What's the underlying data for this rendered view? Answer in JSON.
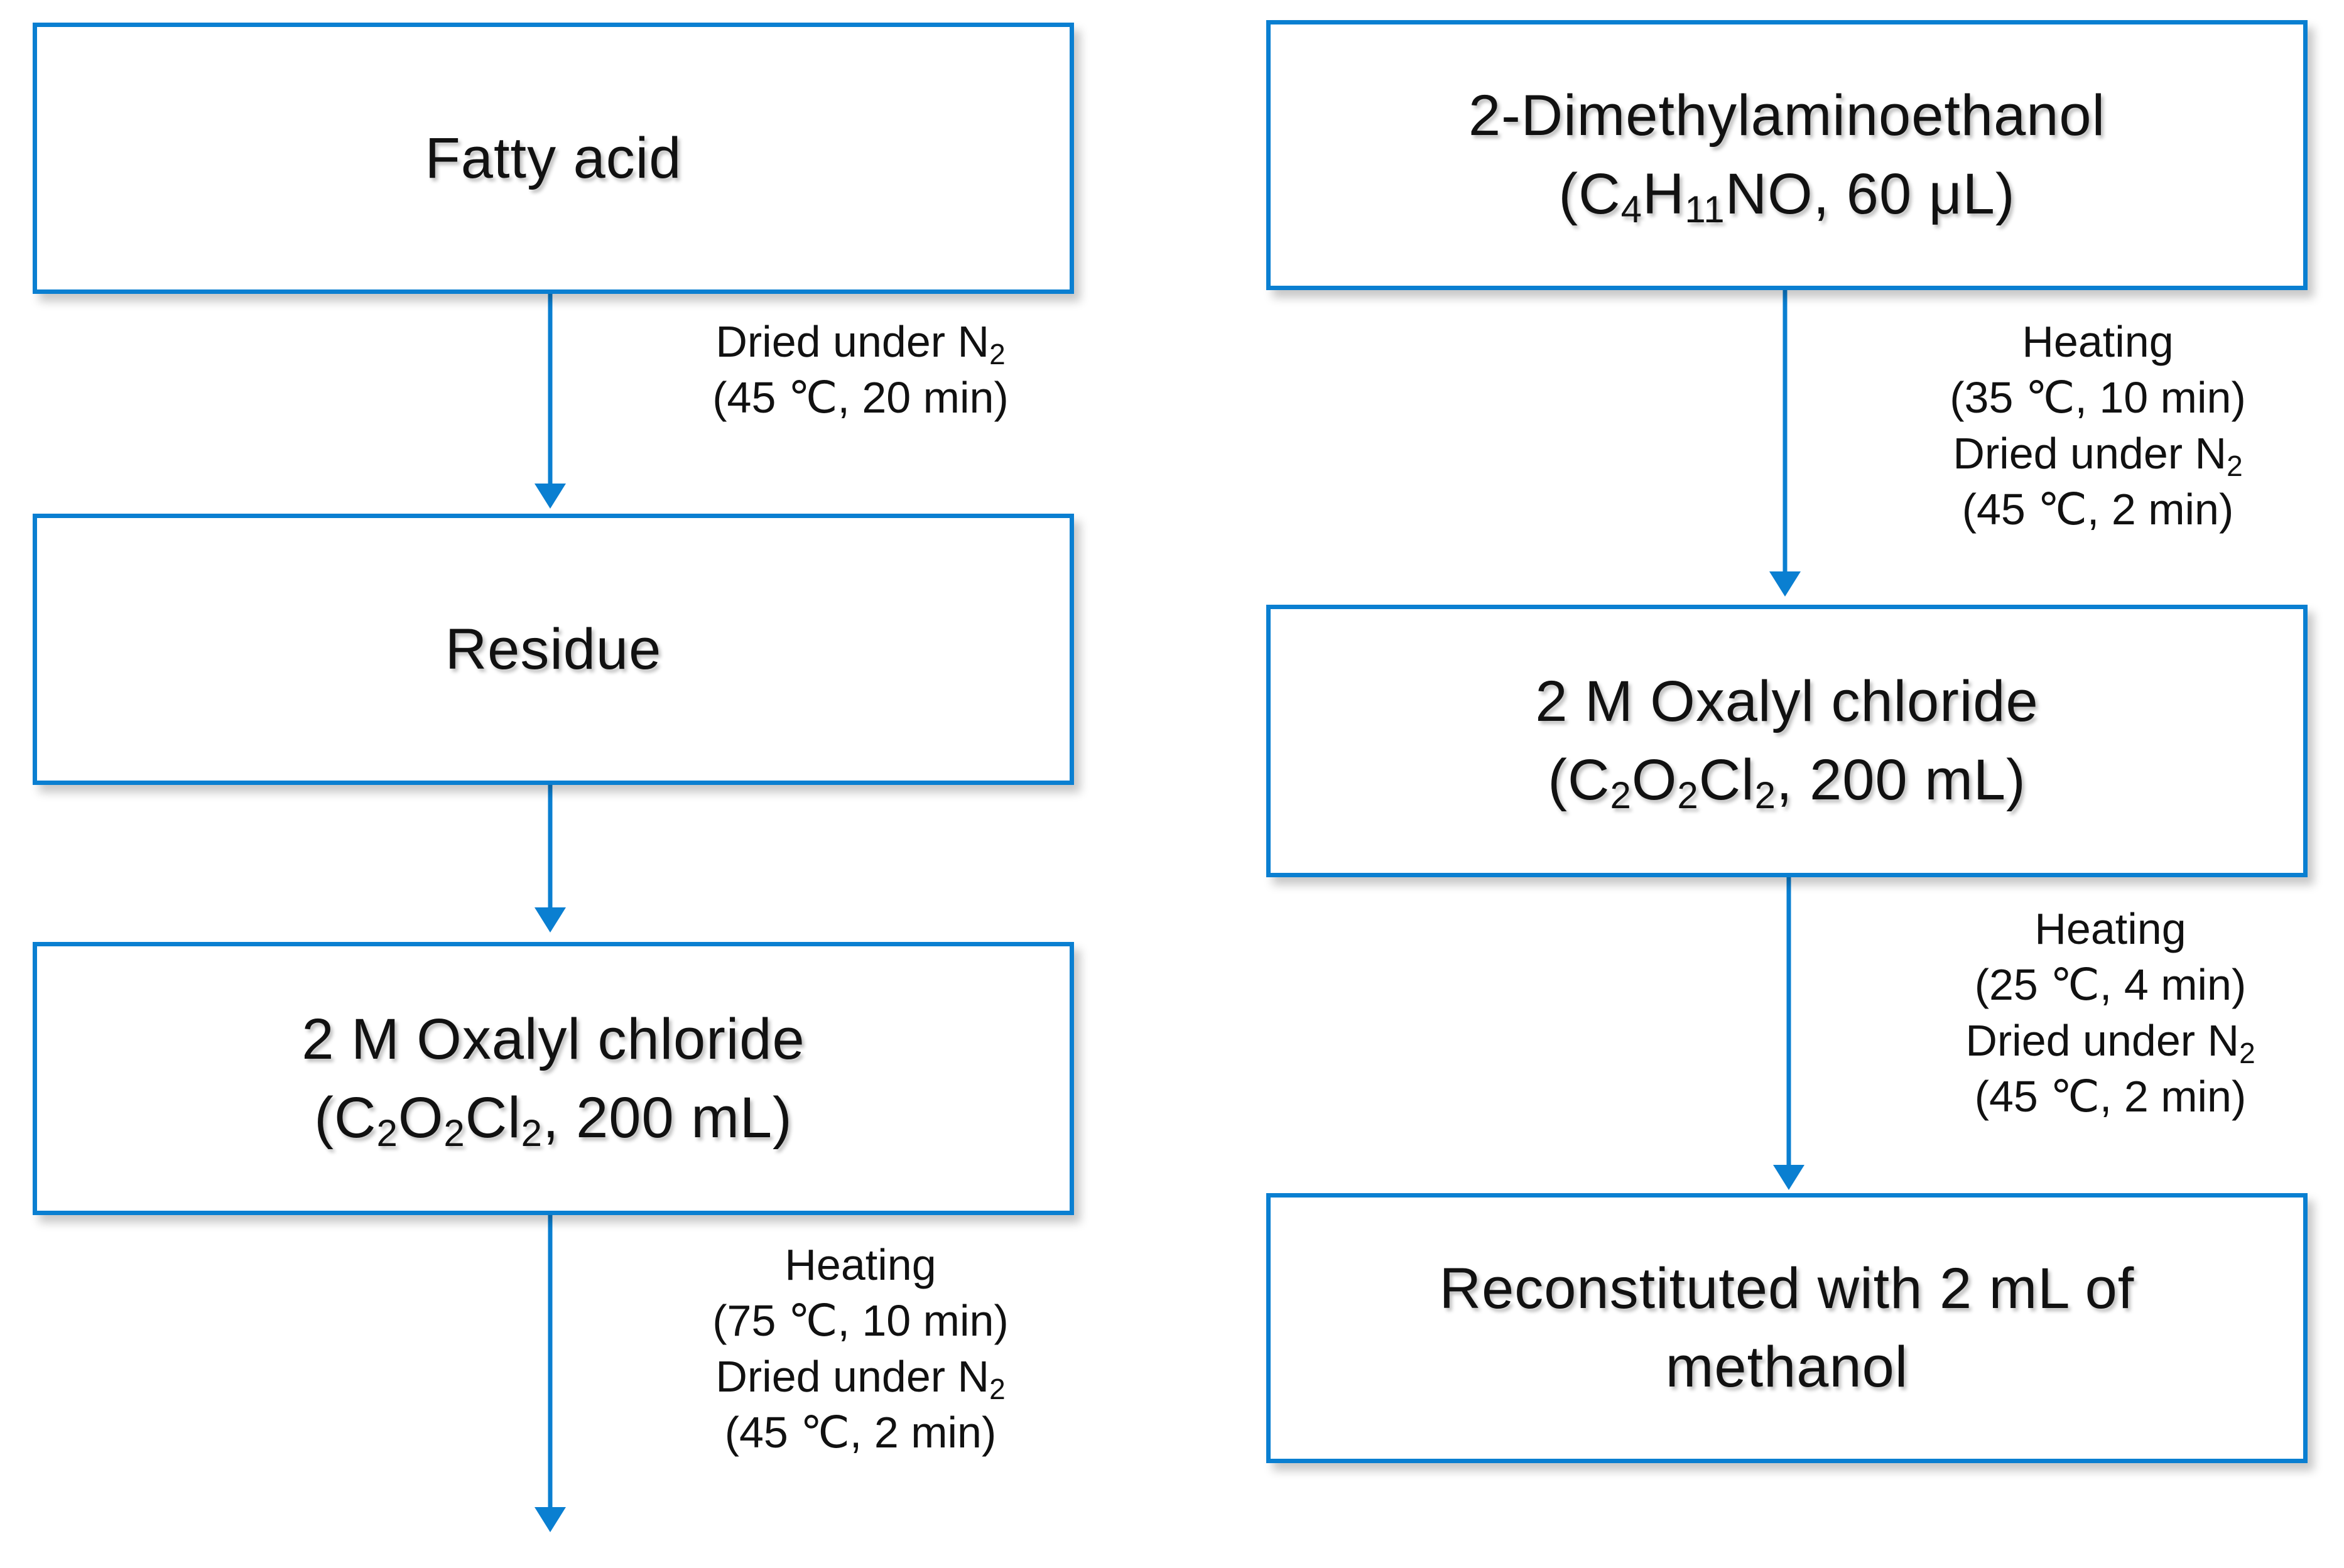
{
  "colors": {
    "border": "#0a7fd1",
    "arrow": "#0a7fd1",
    "text": "#111111"
  },
  "left": {
    "box1": {
      "line1": "Fatty acid"
    },
    "step1": {
      "line1": "Dried under N",
      "sub1": "2",
      "line2": "(45 ℃, 20 min)"
    },
    "box2": {
      "line1": "Residue"
    },
    "box3": {
      "line1": "2 M Oxalyl chloride",
      "line2_parts": [
        "(C",
        "2",
        "O",
        "2",
        "Cl",
        "2",
        ", 200 mL)"
      ]
    },
    "step3": {
      "line1": "Heating",
      "line2": "(75 ℃, 10 min)",
      "line3": "Dried under N",
      "sub3": "2",
      "line4": "(45 ℃, 2 min)"
    }
  },
  "right": {
    "box1": {
      "line1": "2-Dimethylaminoethanol",
      "line2_parts": [
        "(C",
        "4",
        "H",
        "11",
        "NO, 60 μL)"
      ]
    },
    "step1": {
      "line1": "Heating",
      "line2": "(35 ℃, 10 min)",
      "line3": "Dried under N",
      "sub3": "2",
      "line4": "(45 ℃, 2 min)"
    },
    "box2": {
      "line1": "2 M Oxalyl chloride",
      "line2_parts": [
        "(C",
        "2",
        "O",
        "2",
        "Cl",
        "2",
        ", 200 mL)"
      ]
    },
    "step2": {
      "line1": "Heating",
      "line2": "(25 ℃, 4 min)",
      "line3": "Dried under N",
      "sub3": "2",
      "line4": "(45 ℃, 2 min)"
    },
    "box3": {
      "line1": "Reconstituted with 2 mL of",
      "line2": "methanol"
    }
  }
}
